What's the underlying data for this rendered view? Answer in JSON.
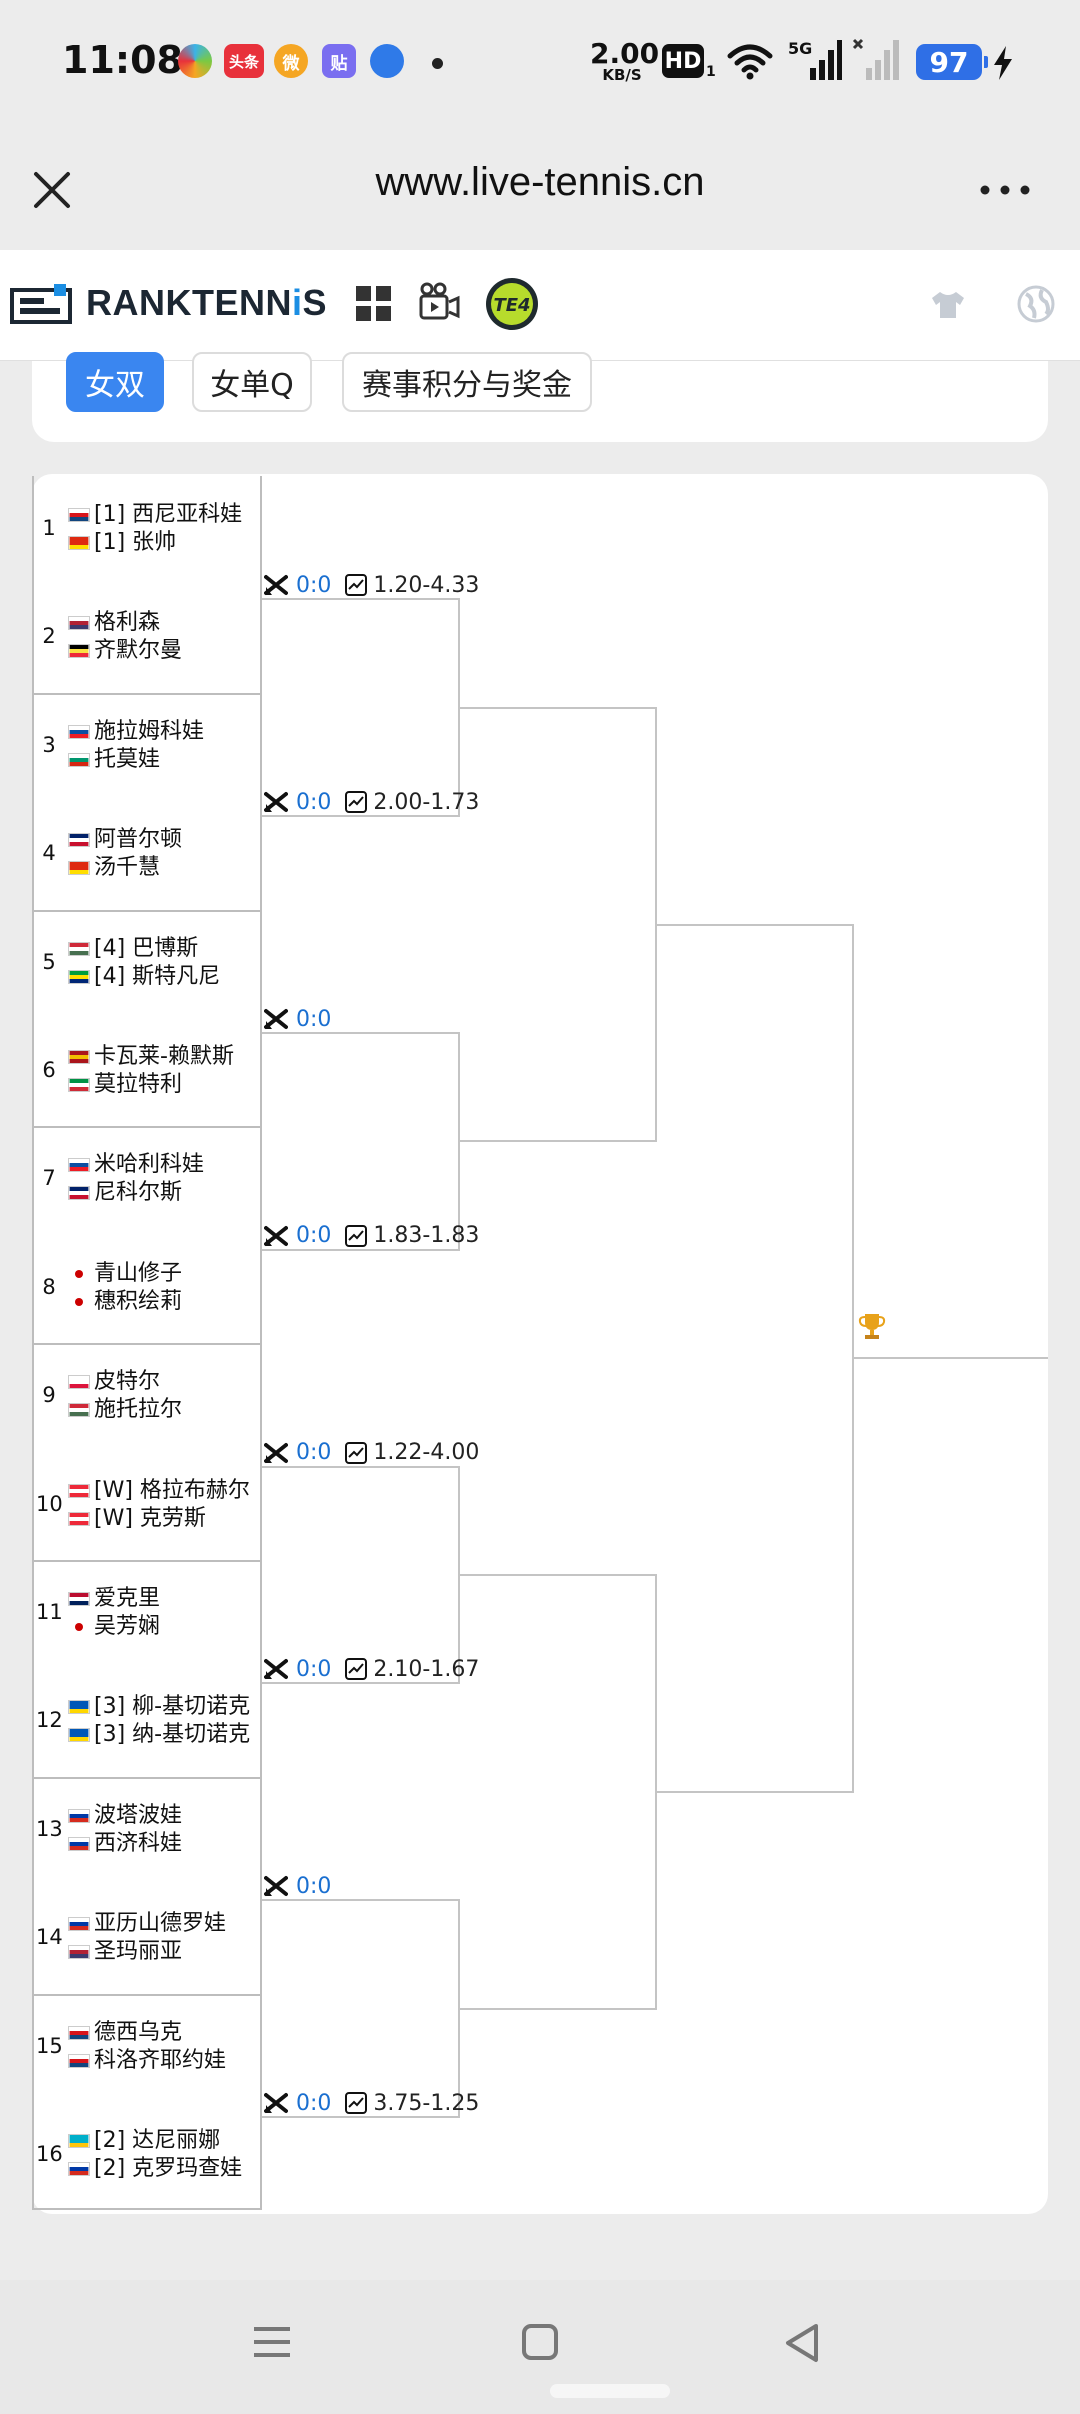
{
  "status_bar": {
    "time": "11:08",
    "apps": [
      {
        "name": "app-colorful-icon",
        "color": "#3bb3e8",
        "text": ""
      },
      {
        "name": "toutiao-icon",
        "color": "#e8313b",
        "text": "头条"
      },
      {
        "name": "weibo-icon",
        "color": "#f5a623",
        "text": "微"
      },
      {
        "name": "tieba-icon",
        "color": "#7a6ef0",
        "text": "贴"
      },
      {
        "name": "browser-app-icon",
        "color": "#2f7ae8",
        "text": ""
      }
    ],
    "net_speed_value": "2.00",
    "net_speed_unit": "KB/S",
    "hd_label": "HD",
    "hd_sub": "1",
    "network_label": "5G",
    "battery": "97"
  },
  "browser": {
    "url": "www.live-tennis.cn"
  },
  "site_header": {
    "logo_part1": "RANKTENN",
    "logo_part2": "i",
    "logo_part3": "S",
    "badge_text": "TE4"
  },
  "tabs": [
    {
      "label": "女双",
      "active": true
    },
    {
      "label": "女单Q",
      "active": false
    },
    {
      "label": "赛事积分与奖金",
      "active": false
    }
  ],
  "entries": [
    {
      "num": "1",
      "top": {
        "flag": "cz",
        "name": "[1] 西尼亚科娃"
      },
      "bottom": {
        "flag": "cn",
        "name": "[1] 张帅"
      }
    },
    {
      "num": "2",
      "top": {
        "flag": "us",
        "name": "格利森"
      },
      "bottom": {
        "flag": "be",
        "name": "齐默尔曼"
      }
    },
    {
      "num": "3",
      "top": {
        "flag": "sk",
        "name": "施拉姆科娃"
      },
      "bottom": {
        "flag": "bg",
        "name": "托莫娃"
      }
    },
    {
      "num": "4",
      "top": {
        "flag": "gb",
        "name": "阿普尔顿"
      },
      "bottom": {
        "flag": "cn",
        "name": "汤千慧"
      }
    },
    {
      "num": "5",
      "top": {
        "flag": "hu",
        "name": "[4] 巴博斯"
      },
      "bottom": {
        "flag": "br",
        "name": "[4] 斯特凡尼"
      }
    },
    {
      "num": "6",
      "top": {
        "flag": "es",
        "name": "卡瓦莱-赖默斯"
      },
      "bottom": {
        "flag": "it",
        "name": "莫拉特利"
      }
    },
    {
      "num": "7",
      "top": {
        "flag": "sk",
        "name": "米哈利科娃"
      },
      "bottom": {
        "flag": "gb",
        "name": "尼科尔斯"
      }
    },
    {
      "num": "8",
      "top": {
        "flag": "jp",
        "name": "青山修子"
      },
      "bottom": {
        "flag": "jp",
        "name": "穗积绘莉"
      }
    },
    {
      "num": "9",
      "top": {
        "flag": "pl",
        "name": "皮特尔"
      },
      "bottom": {
        "flag": "hu",
        "name": "施托拉尔"
      }
    },
    {
      "num": "10",
      "top": {
        "flag": "at",
        "name": "[W] 格拉布赫尔"
      },
      "bottom": {
        "flag": "at",
        "name": "[W] 克劳斯"
      }
    },
    {
      "num": "11",
      "top": {
        "flag": "no",
        "name": "爱克里"
      },
      "bottom": {
        "flag": "tw",
        "name": "吴芳娴"
      }
    },
    {
      "num": "12",
      "top": {
        "flag": "ua",
        "name": "[3] 柳-基切诺克"
      },
      "bottom": {
        "flag": "ua",
        "name": "[3] 纳-基切诺克"
      }
    },
    {
      "num": "13",
      "top": {
        "flag": "ru",
        "name": "波塔波娃"
      },
      "bottom": {
        "flag": "ru",
        "name": "西济科娃"
      }
    },
    {
      "num": "14",
      "top": {
        "flag": "ru",
        "name": "亚历山德罗娃"
      },
      "bottom": {
        "flag": "us",
        "name": "圣玛丽亚"
      }
    },
    {
      "num": "15",
      "top": {
        "flag": "cz",
        "name": "德西乌克"
      },
      "bottom": {
        "flag": "cz",
        "name": "科洛齐耶约娃"
      }
    },
    {
      "num": "16",
      "top": {
        "flag": "kz",
        "name": "[2] 达尼丽娜"
      },
      "bottom": {
        "flag": "ru",
        "name": "[2] 克罗玛查娃"
      }
    }
  ],
  "matches": [
    {
      "score": "0:0",
      "odds": "1.20-4.33"
    },
    {
      "score": "0:0",
      "odds": "2.00-1.73"
    },
    {
      "score": "0:0",
      "odds": ""
    },
    {
      "score": "0:0",
      "odds": "1.83-1.83"
    },
    {
      "score": "0:0",
      "odds": "1.22-4.00"
    },
    {
      "score": "0:0",
      "odds": "2.10-1.67"
    },
    {
      "score": "0:0",
      "odds": ""
    },
    {
      "score": "0:0",
      "odds": "3.75-1.25"
    }
  ],
  "flag_colors": {
    "cz": [
      "#ffffff",
      "#d7141a",
      "#11457e"
    ],
    "cn": [
      "#de2910",
      "#de2910",
      "#ffde00"
    ],
    "us": [
      "#ffffff",
      "#b22234",
      "#3c3b6e"
    ],
    "be": [
      "#000000",
      "#fae042",
      "#ed2939"
    ],
    "sk": [
      "#ffffff",
      "#0b4ea2",
      "#ee1c25"
    ],
    "bg": [
      "#ffffff",
      "#00966e",
      "#d62612"
    ],
    "gb": [
      "#012169",
      "#ffffff",
      "#c8102e"
    ],
    "hu": [
      "#ce2939",
      "#ffffff",
      "#477050"
    ],
    "br": [
      "#009c3b",
      "#ffdf00",
      "#002776"
    ],
    "es": [
      "#aa151b",
      "#f1bf00",
      "#aa151b"
    ],
    "it": [
      "#009246",
      "#ffffff",
      "#ce2b37"
    ],
    "pl": [
      "#ffffff",
      "#ffffff",
      "#dc143c"
    ],
    "at": [
      "#ed2939",
      "#ffffff",
      "#ed2939"
    ],
    "no": [
      "#ba0c2f",
      "#ffffff",
      "#00205b"
    ],
    "ua": [
      "#0057b7",
      "#0057b7",
      "#ffd700"
    ],
    "ru": [
      "#ffffff",
      "#0039a6",
      "#d52b1e"
    ],
    "kz": [
      "#00afca",
      "#00afca",
      "#fec50c"
    ]
  }
}
